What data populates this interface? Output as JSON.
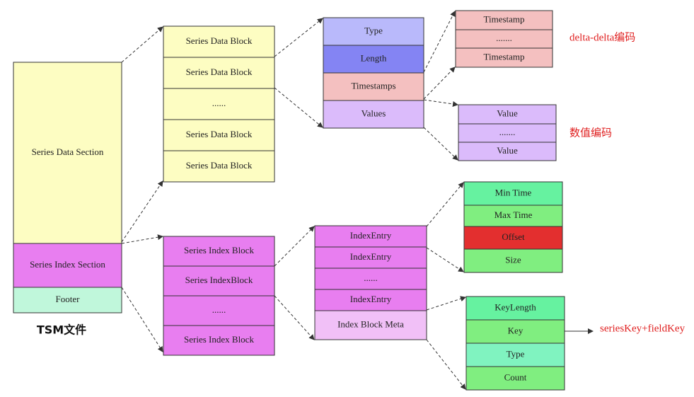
{
  "colors": {
    "yellow": "#fdfdc2",
    "magenta": "#e87ef0",
    "mint": "#c0f7db",
    "lavender": "#b9b9fb",
    "violet": "#8484f3",
    "pink": "#f4c0c0",
    "lilac": "#dbbbfb",
    "green_light": "#66f2a0",
    "green": "#80ee80",
    "red": "#e32f2f",
    "lilac_light": "#f1c0f7",
    "teal": "#80f3c0"
  },
  "tsm_file": {
    "caption": "TSM文件",
    "series_data_section": "Series Data Section",
    "series_index_section": "Series Index Section",
    "footer": "Footer"
  },
  "series_data_blocks": [
    "Series Data Block",
    "Series Data Block",
    "......",
    "Series Data Block",
    "Series Data Block"
  ],
  "series_index_blocks": [
    "Series Index Block",
    "Series IndexBlock",
    "......",
    "Series Index Block"
  ],
  "data_block_fields": [
    "Type",
    "Length",
    "Timestamps",
    "Values"
  ],
  "timestamps": [
    "Timestamp",
    ".......",
    "Timestamp"
  ],
  "timestamps_note": "delta-delta编码",
  "values": [
    "Value",
    ".......",
    "Value"
  ],
  "values_note": "数值编码",
  "index_entries": [
    "IndexEntry",
    "IndexEntry",
    "......",
    "IndexEntry",
    "Index Block Meta"
  ],
  "index_entry_fields": [
    "Min Time",
    "Max Time",
    "Offset",
    "Size"
  ],
  "index_meta_fields": [
    "KeyLength",
    "Key",
    "Type",
    "Count"
  ],
  "key_note": "seriesKey+fieldKey"
}
